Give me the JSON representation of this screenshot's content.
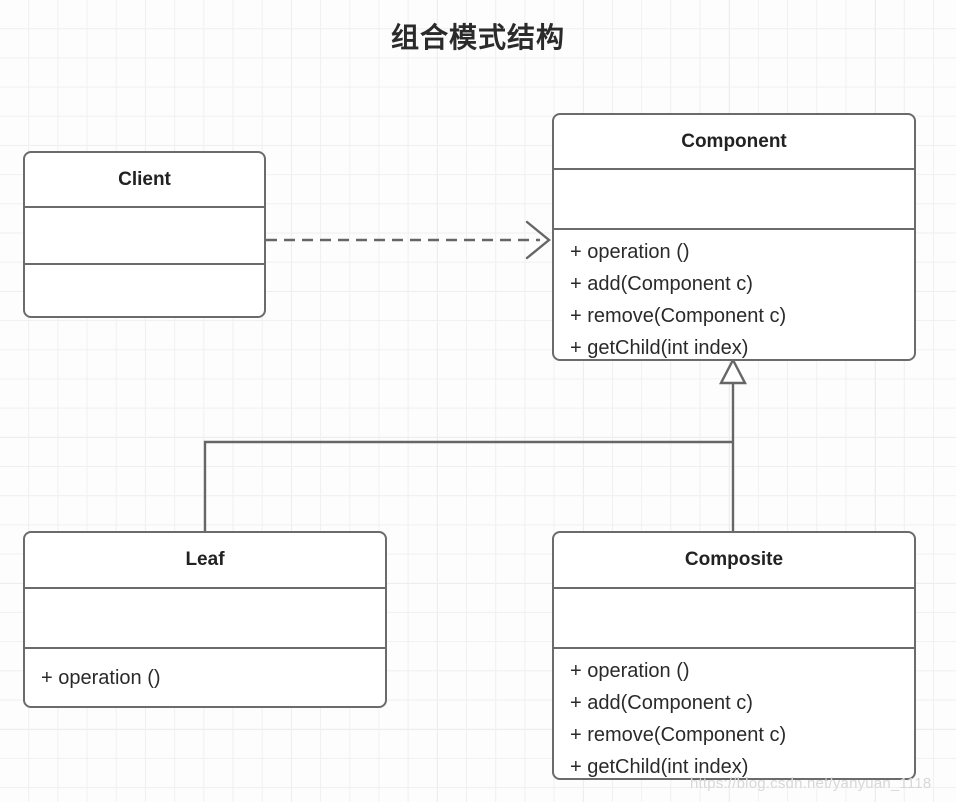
{
  "diagram": {
    "title": "组合模式结构",
    "watermark": "https://blog.csdn.net/yanyuan_1118",
    "colors": {
      "box_border": "#6b6b6b",
      "box_fill": "#ffffff",
      "connector": "#666666",
      "text": "#222222",
      "grid_minor": "#f0f0f0",
      "grid_major": "#e6e6e6",
      "watermark": "#d8d8d8"
    },
    "classes": [
      {
        "id": "client",
        "name": "Client",
        "attributes": [],
        "methods": []
      },
      {
        "id": "component",
        "name": "Component",
        "attributes": [],
        "methods": [
          "+ operation ()",
          "+ add(Component c)",
          "+ remove(Component c)",
          "+ getChild(int index)"
        ]
      },
      {
        "id": "leaf",
        "name": "Leaf",
        "attributes": [],
        "methods": [
          "+ operation ()"
        ]
      },
      {
        "id": "composite",
        "name": "Composite",
        "attributes": [],
        "methods": [
          "+ operation ()",
          "+ add(Component c)",
          "+ remove(Component c)",
          "+ getChild(int index)"
        ]
      }
    ],
    "relationships": [
      {
        "id": "client-uses-component",
        "from": "Client",
        "to": "Component",
        "type": "dependency",
        "line": "dashed",
        "arrowhead": "open"
      },
      {
        "id": "leaf-extends-component",
        "from": "Leaf",
        "to": "Component",
        "type": "generalization",
        "line": "solid",
        "arrowhead": "hollow-triangle"
      },
      {
        "id": "composite-extends-component",
        "from": "Composite",
        "to": "Component",
        "type": "generalization",
        "line": "solid",
        "arrowhead": "hollow-triangle"
      }
    ]
  }
}
